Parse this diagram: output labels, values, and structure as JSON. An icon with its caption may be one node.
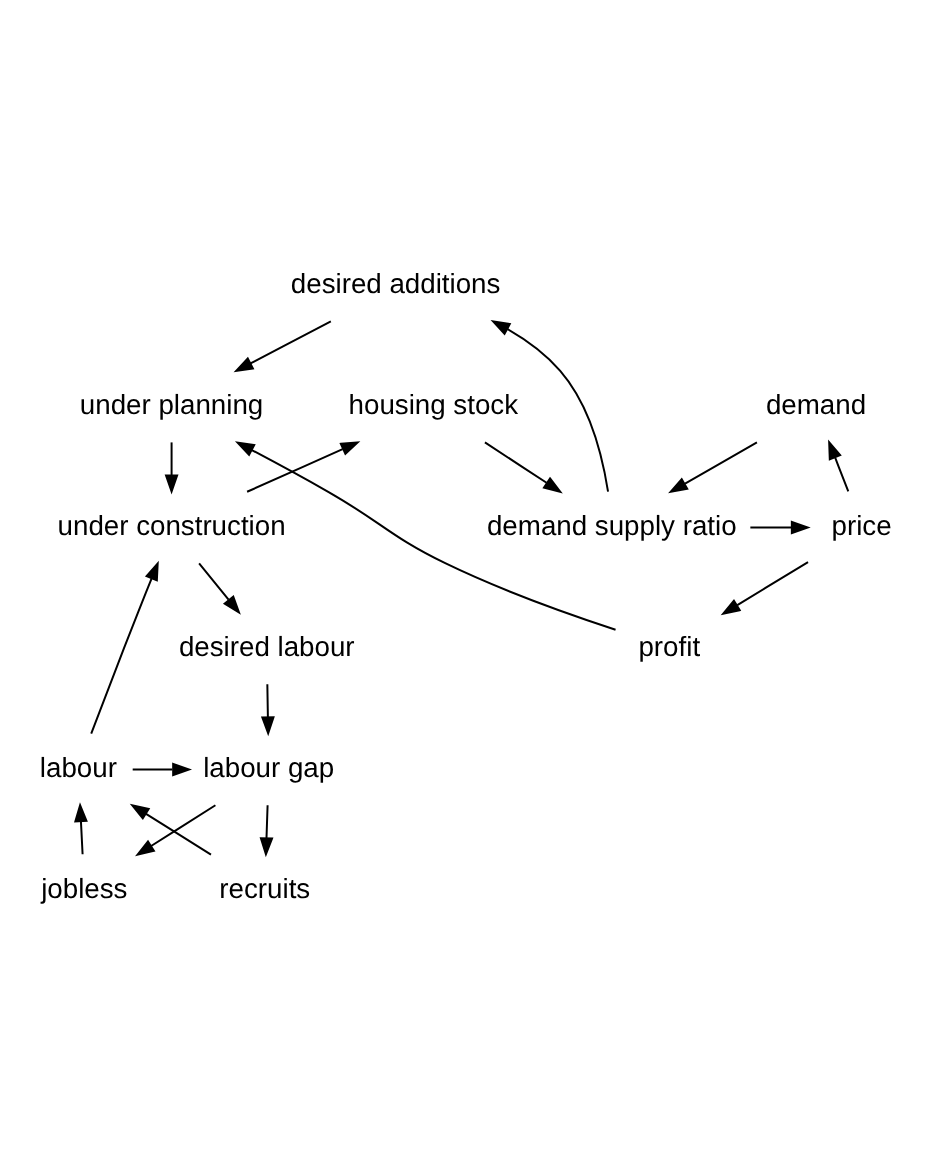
{
  "diagram": {
    "nodes": [
      {
        "text": [
          "desired additions"
        ]
      },
      {
        "text": [
          "price"
        ]
      },
      {
        "text": [
          "demand supply ratio"
        ]
      },
      {
        "text": [
          "profit"
        ]
      },
      {
        "text": [
          "under planning"
        ]
      },
      {
        "text": [
          "demand"
        ]
      },
      {
        "text": [
          "housing stock"
        ]
      },
      {
        "text": [
          "under construction"
        ]
      },
      {
        "text": [
          "desired labour"
        ]
      },
      {
        "text": [
          "recruits"
        ]
      },
      {
        "text": [
          "jobless"
        ]
      },
      {
        "text": [
          "labour gap"
        ]
      },
      {
        "text": [
          "labour"
        ]
      }
    ],
    "edges": [
      {
        "from": 0,
        "to": 4,
        "arrow": "to"
      },
      {
        "from": 1,
        "to": 3,
        "arrow": "to"
      },
      {
        "from": 3,
        "to": 4,
        "arrow": "to"
      },
      {
        "from": 1,
        "to": 5,
        "arrow": "to"
      },
      {
        "from": 2,
        "to": 1,
        "arrow": "to"
      },
      {
        "from": 2,
        "to": 0,
        "arrow": "to"
      },
      {
        "from": 5,
        "to": 2,
        "arrow": "to"
      },
      {
        "from": 6,
        "to": 2,
        "arrow": "to"
      },
      {
        "from": 4,
        "to": 7,
        "arrow": "to"
      },
      {
        "from": 7,
        "to": 6,
        "arrow": "to"
      },
      {
        "from": 7,
        "to": 8,
        "arrow": "to"
      },
      {
        "from": 8,
        "to": 11,
        "arrow": "to"
      },
      {
        "from": 11,
        "to": 9,
        "arrow": "to"
      },
      {
        "from": 11,
        "to": 10,
        "arrow": "to"
      },
      {
        "from": 9,
        "to": 12,
        "arrow": "to"
      },
      {
        "from": 10,
        "to": 12,
        "arrow": "to"
      },
      {
        "from": 12,
        "to": 7,
        "arrow": "to"
      },
      {
        "from": 12,
        "to": 11,
        "arrow": "to"
      }
    ]
  }
}
